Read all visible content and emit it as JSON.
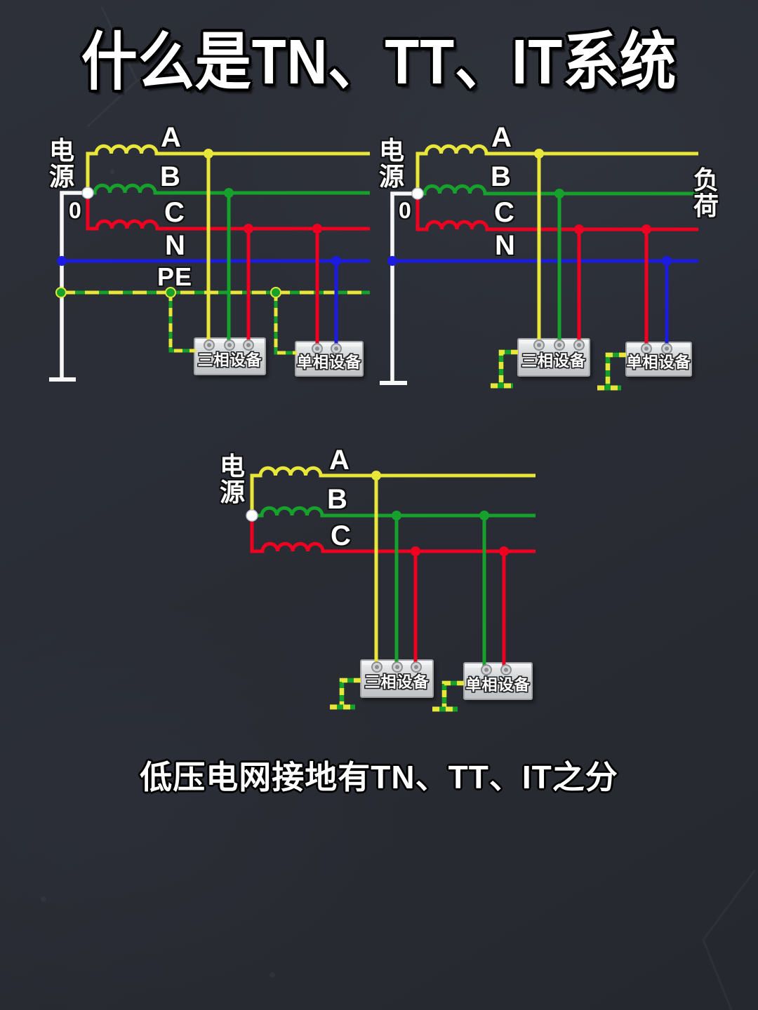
{
  "title": "什么是TN、TT、IT系统",
  "caption": "低压电网接地有TN、TT、IT之分",
  "colors": {
    "phase-a": "#e9e63a",
    "phase-b": "#16a12c",
    "phase-c": "#ee0021",
    "neutral": "#1b1be2",
    "white-wire": "#f7f7f7",
    "pe-green": "#16a12c",
    "pe-yellow": "#e9e63a"
  },
  "diagrams": {
    "tn": {
      "source_label": "电源",
      "neutral_point_label": "0",
      "phase_a": "A",
      "phase_b": "B",
      "phase_c": "C",
      "neutral": "N",
      "pe": "PE",
      "three_phase_device": "三相设备",
      "single_phase_device": "单相设备"
    },
    "tt": {
      "source_label": "电源",
      "neutral_point_label": "0",
      "phase_a": "A",
      "phase_b": "B",
      "phase_c": "C",
      "neutral": "N",
      "load_label": "负荷",
      "three_phase_device": "三相设备",
      "single_phase_device": "单相设备"
    },
    "it": {
      "source_label": "电源",
      "phase_a": "A",
      "phase_b": "B",
      "phase_c": "C",
      "three_phase_device": "三相设备",
      "single_phase_device": "单相设备"
    }
  }
}
